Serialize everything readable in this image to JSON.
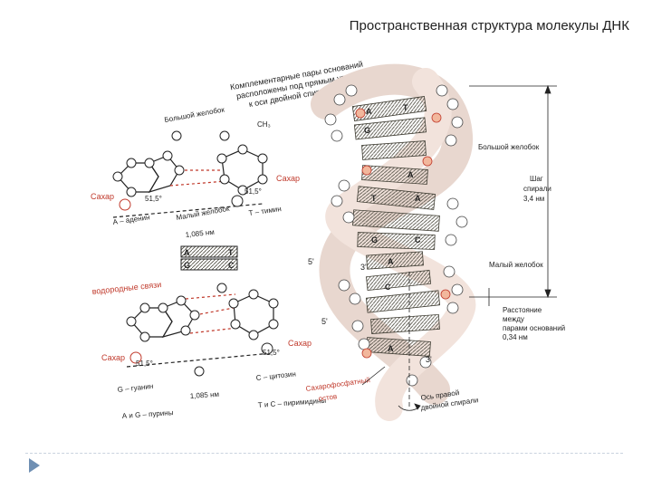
{
  "slide": {
    "title": "Пространственная структура молекулы ДНК"
  },
  "labels": {
    "complementary_line1": "Комплементарные пары оснований",
    "complementary_line2": "расположены под прямым углом",
    "complementary_line3": "к оси двойной спирали",
    "major_groove_left": "Большой желобок",
    "minor_groove_left": "Малый желобок",
    "sugar": "Сахар",
    "adenine": "А – аденин",
    "thymine": "Т – тимин",
    "guanine": "G – гуанин",
    "cytosine": "С – цитозин",
    "purines": "А и G – пурины",
    "pyrimidines": "Т и С – пиримидины",
    "hydrogen_bonds": "водородные связи",
    "distance_1": "1,085 нм",
    "distance_2": "1,085 нм",
    "angle_a": "51,5°",
    "angle_b": "51,5°",
    "angle_c": "51,5°",
    "angle_d": "51,5°",
    "major_groove_right": "Большой желобок",
    "minor_groove_right": "Малый желобок",
    "helix_pitch_line1": "Шаг",
    "helix_pitch_line2": "спирали",
    "helix_pitch_line3": "3,4 нм",
    "base_distance_line1": "Расстояние",
    "base_distance_line2": "между",
    "base_distance_line3": "парами оснований",
    "base_distance_line4": "0,34 нм",
    "backbone_line1": "Сахарофосфатный",
    "backbone_line2": "остов",
    "axis_line1": "Ось правой",
    "axis_line2": "двойной спирали",
    "end_5_top": "5'",
    "end_3_top": "3'",
    "end_5_bottom": "5'",
    "end_3_bottom": "3'",
    "pair_at_a": "A",
    "pair_at_t": "T",
    "pair_gc_g": "G",
    "pair_gc_c": "C",
    "ch3": "CH₃"
  },
  "helix_bases": [
    {
      "left": "A",
      "right": "T"
    },
    {
      "left": "G",
      "right": ""
    },
    {
      "left": "",
      "right": "A"
    },
    {
      "left": "T",
      "right": "A"
    },
    {
      "left": "",
      "right": ""
    },
    {
      "left": "G",
      "right": "C"
    },
    {
      "left": "A",
      "right": ""
    },
    {
      "left": "C",
      "right": ""
    },
    {
      "left": "",
      "right": ""
    },
    {
      "left": "A",
      "right": ""
    }
  ],
  "colors": {
    "ink": "#222222",
    "accent_red": "#c0392b",
    "slab": "#7c7a6a",
    "nav": "#6f8fb3"
  }
}
